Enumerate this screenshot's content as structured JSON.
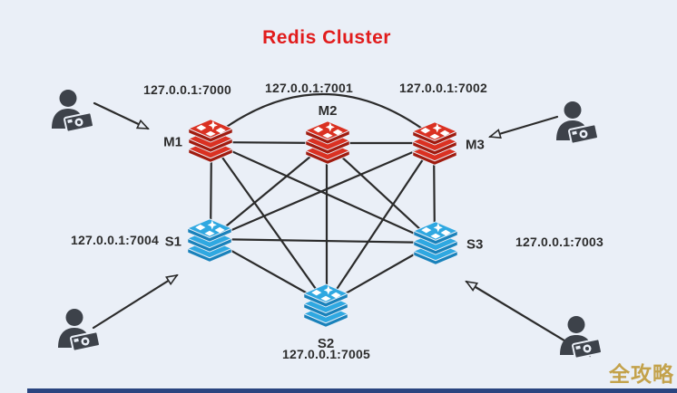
{
  "title": "Redis Cluster",
  "watermark": "全攻略",
  "nodes": {
    "m1": {
      "label": "M1",
      "ip": "127.0.0.1:7000",
      "role": "master"
    },
    "m2": {
      "label": "M2",
      "ip": "127.0.0.1:7001",
      "role": "master"
    },
    "m3": {
      "label": "M3",
      "ip": "127.0.0.1:7002",
      "role": "master"
    },
    "s1": {
      "label": "S1",
      "ip": "127.0.0.1:7004",
      "role": "slave"
    },
    "s2": {
      "label": "S2",
      "ip": "127.0.0.1:7005",
      "role": "slave"
    },
    "s3": {
      "label": "S3",
      "ip": "127.0.0.1:7003",
      "role": "slave"
    }
  },
  "connections": [
    "M1-M2",
    "M2-M3",
    "M1-M3",
    "M1-S1",
    "M1-S2",
    "M1-S3",
    "M2-S1",
    "M2-S2",
    "M2-S3",
    "M3-S1",
    "M3-S2",
    "M3-S3",
    "S1-S2",
    "S1-S3",
    "S2-S3"
  ],
  "clients": [
    {
      "position": "top-left",
      "points_to": "M1"
    },
    {
      "position": "top-right",
      "points_to": "M3"
    },
    {
      "position": "bottom-left",
      "points_to": "S1"
    },
    {
      "position": "bottom-right",
      "points_to": "S3"
    }
  ],
  "colors": {
    "background": "#eaeff7",
    "title_red": "#e11c1c",
    "master_red": "#da3122",
    "master_red_dark": "#a01c10",
    "slave_blue": "#2fa8e1",
    "slave_blue_dark": "#1a82bb",
    "line": "#2b2b2b",
    "text": "#2d2d2d",
    "client_gray": "#3d424a",
    "watermark_gold": "#c3a24b",
    "footer_bar_navy": "#2a4580"
  }
}
